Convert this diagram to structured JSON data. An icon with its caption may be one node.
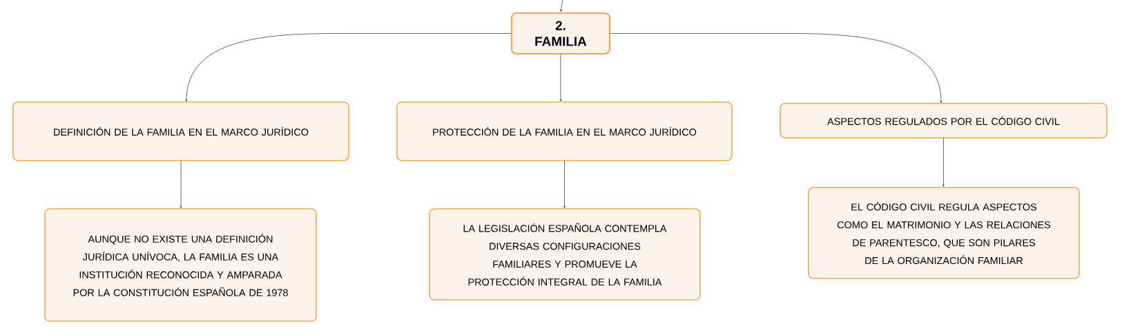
{
  "diagram": {
    "nodes": [
      {
        "text": [
          "2. FAMILIA"
        ]
      },
      {
        "text": [
          "DEFINICIÓN DE LA FAMILIA EN EL MARCO JURÍDICO"
        ]
      },
      {
        "text": [
          "PROTECCIÓN DE LA FAMILIA EN EL MARCO JURÍDICO"
        ]
      },
      {
        "text": [
          "ASPECTOS REGULADOS POR EL CÓDIGO CIVIL"
        ]
      },
      {
        "text": [
          "AUNQUE NO EXISTE UNA DEFINICIÓN JURÍDICA UNÍVOCA, LA FAMILIA ES UNA INSTITUCIÓN RECONOCIDA Y AMPARADA POR LA CONSTITUCIÓN ESPAÑOLA DE 1978"
        ]
      },
      {
        "text": [
          "LA LEGISLACIÓN ESPAÑOLA CONTEMPLA DIVERSAS CONFIGURACIONES FAMILIARES Y PROMUEVE LA PROTECCIÓN INTEGRAL DE LA FAMILIA"
        ]
      },
      {
        "text": [
          "EL CÓDIGO CIVIL REGULA ASPECTOS COMO EL MATRIMONIO Y LAS RELACIONES DE PARENTESCO, QUE SON PILARES DE LA ORGANIZACIÓN FAMILIAR"
        ]
      }
    ],
    "edges": [
      {
        "from": null,
        "to": 0,
        "arrow": "to"
      },
      {
        "from": 0,
        "to": 1,
        "arrow": "to"
      },
      {
        "from": 0,
        "to": 2,
        "arrow": "to"
      },
      {
        "from": 0,
        "to": 3,
        "arrow": "to"
      },
      {
        "from": 1,
        "to": 4,
        "arrow": "to"
      },
      {
        "from": 2,
        "to": 5,
        "arrow": "to"
      },
      {
        "from": 3,
        "to": 6,
        "arrow": "to"
      }
    ]
  }
}
